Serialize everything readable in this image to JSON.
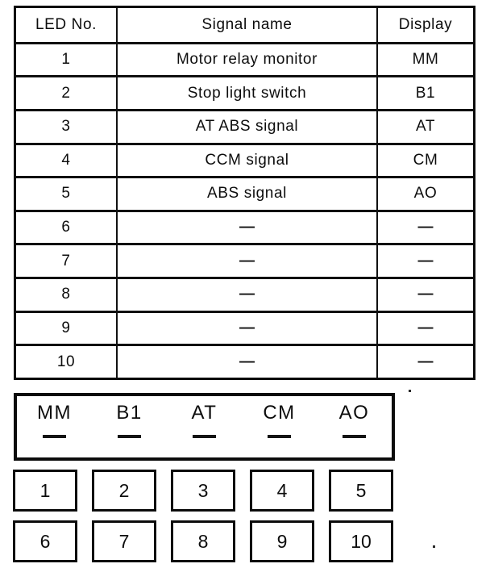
{
  "table": {
    "headers": {
      "led": "LED No.",
      "signal": "Signal name",
      "display": "Display"
    },
    "rows": [
      {
        "led": "1",
        "signal": "Motor relay monitor",
        "display": "MM"
      },
      {
        "led": "2",
        "signal": "Stop light switch",
        "display": "B1"
      },
      {
        "led": "3",
        "signal": "AT ABS signal",
        "display": "AT"
      },
      {
        "led": "4",
        "signal": "CCM signal",
        "display": "CM"
      },
      {
        "led": "5",
        "signal": "ABS signal",
        "display": "AO"
      },
      {
        "led": "6",
        "signal": "—",
        "display": "—"
      },
      {
        "led": "7",
        "signal": "—",
        "display": "—"
      },
      {
        "led": "8",
        "signal": "—",
        "display": "—"
      },
      {
        "led": "9",
        "signal": "—",
        "display": "—"
      },
      {
        "led": "10",
        "signal": "—",
        "display": "—"
      }
    ]
  },
  "display_panel": {
    "leds": [
      {
        "label": "MM"
      },
      {
        "label": "B1"
      },
      {
        "label": "AT"
      },
      {
        "label": "CM"
      },
      {
        "label": "AO"
      }
    ]
  },
  "selector_boxes": [
    "1",
    "2",
    "3",
    "4",
    "5",
    "6",
    "7",
    "8",
    "9",
    "10"
  ],
  "colors": {
    "ink": "#0d0d0d",
    "paper": "#ffffff"
  }
}
